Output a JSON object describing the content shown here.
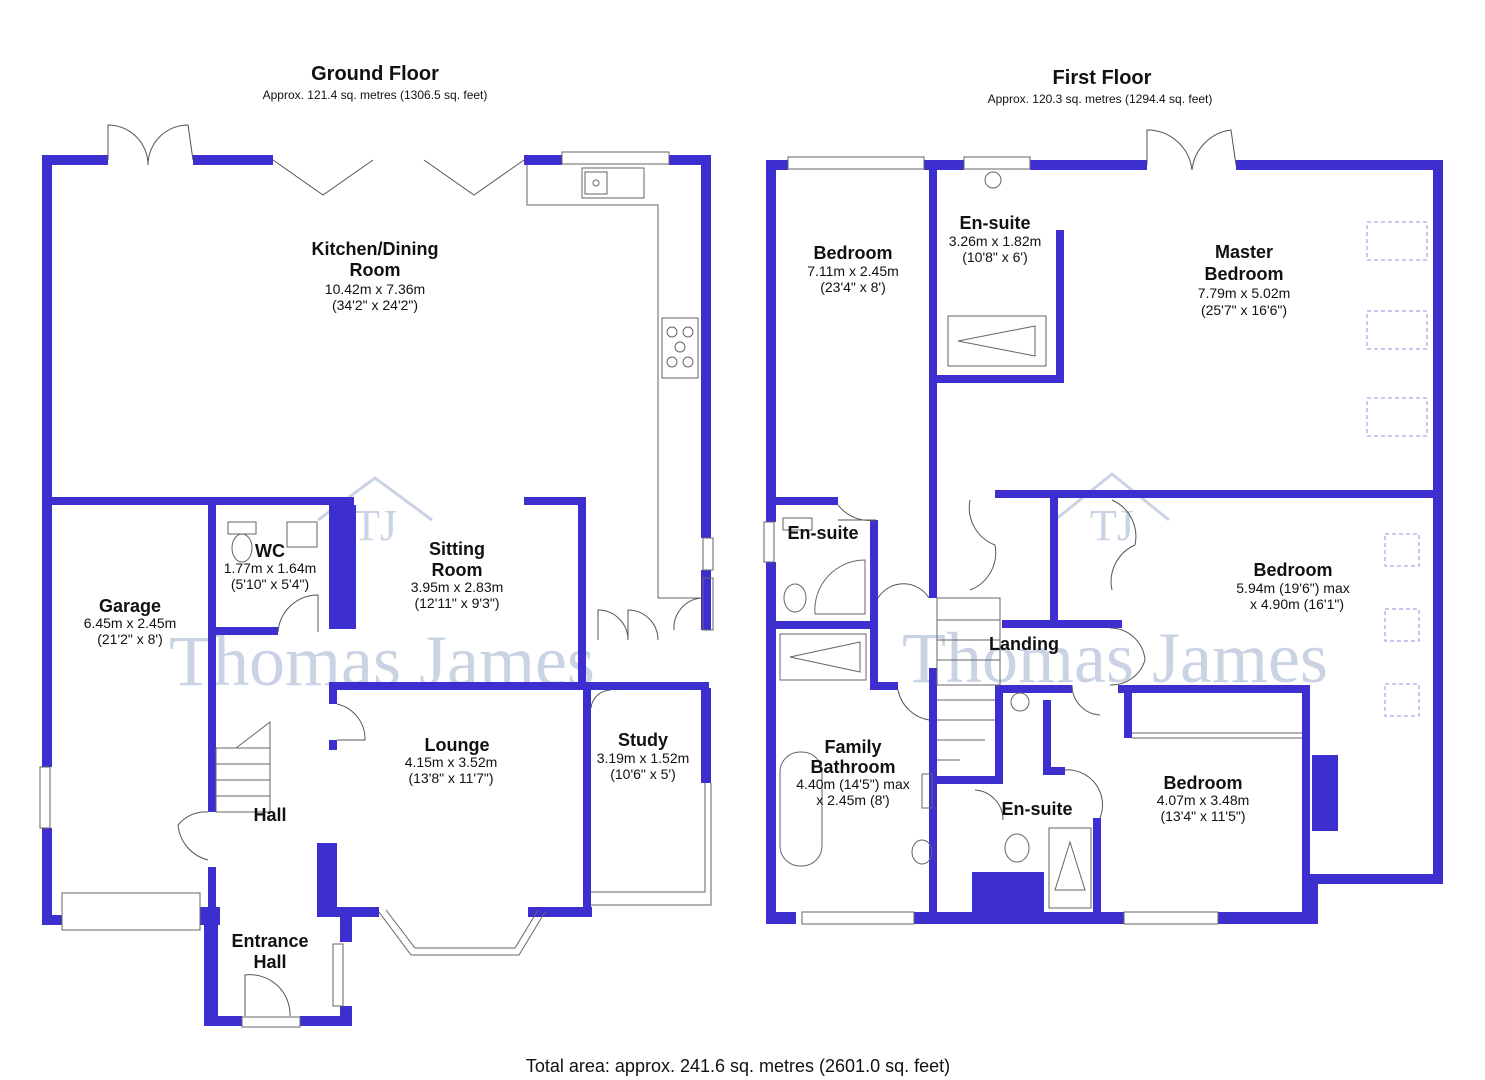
{
  "floors": {
    "ground": {
      "title": "Ground Floor",
      "area": "Approx. 121.4 sq. metres (1306.5 sq. feet)"
    },
    "first": {
      "title": "First Floor",
      "area": "Approx. 120.3 sq. metres (1294.4 sq. feet)"
    }
  },
  "rooms": {
    "kitchen": {
      "name1": "Kitchen/Dining",
      "name2": "Room",
      "metric": "10.42m x 7.36m",
      "imperial": "(34'2\" x 24'2\")"
    },
    "sitting": {
      "name1": "Sitting",
      "name2": "Room",
      "metric": "3.95m x 2.83m",
      "imperial": "(12'11\" x 9'3\")"
    },
    "wc": {
      "name": "WC",
      "metric": "1.77m x 1.64m",
      "imperial": "(5'10\" x 5'4\")"
    },
    "garage": {
      "name": "Garage",
      "metric": "6.45m x 2.45m",
      "imperial": "(21'2\" x 8')"
    },
    "lounge": {
      "name": "Lounge",
      "metric": "4.15m x 3.52m",
      "imperial": "(13'8\" x 11'7\")"
    },
    "study": {
      "name": "Study",
      "metric": "3.19m x 1.52m",
      "imperial": "(10'6\" x 5')"
    },
    "hall": {
      "name": "Hall"
    },
    "entrance": {
      "name1": "Entrance",
      "name2": "Hall"
    },
    "bedroom_left": {
      "name": "Bedroom",
      "metric": "7.11m x 2.45m",
      "imperial": "(23'4\" x 8')"
    },
    "ensuite_top": {
      "name": "En-suite",
      "metric": "3.26m x 1.82m",
      "imperial": "(10'8\" x 6')"
    },
    "master": {
      "name1": "Master",
      "name2": "Bedroom",
      "metric": "7.79m x 5.02m",
      "imperial": "(25'7\" x 16'6\")"
    },
    "ensuite_left": {
      "name": "En-suite"
    },
    "landing": {
      "name": "Landing"
    },
    "bedroom_right": {
      "name": "Bedroom",
      "metric": "5.94m (19'6\") max",
      "imperial": "x 4.90m (16'1\")"
    },
    "bathroom": {
      "name1": "Family",
      "name2": "Bathroom",
      "metric": "4.40m (14'5\") max",
      "imperial": "x 2.45m (8')"
    },
    "ensuite_bottom": {
      "name": "En-suite"
    },
    "bedroom_bottom": {
      "name": "Bedroom",
      "metric": "4.07m x 3.48m",
      "imperial": "(13'4\" x 11'5\")"
    }
  },
  "watermark": {
    "text": "Thomas James",
    "logo": "TJ"
  },
  "total": "Total area: approx. 241.6 sq. metres (2601.0 sq. feet)",
  "colors": {
    "wall": "#3d2fcf",
    "watermark": "#c9d3e3"
  }
}
